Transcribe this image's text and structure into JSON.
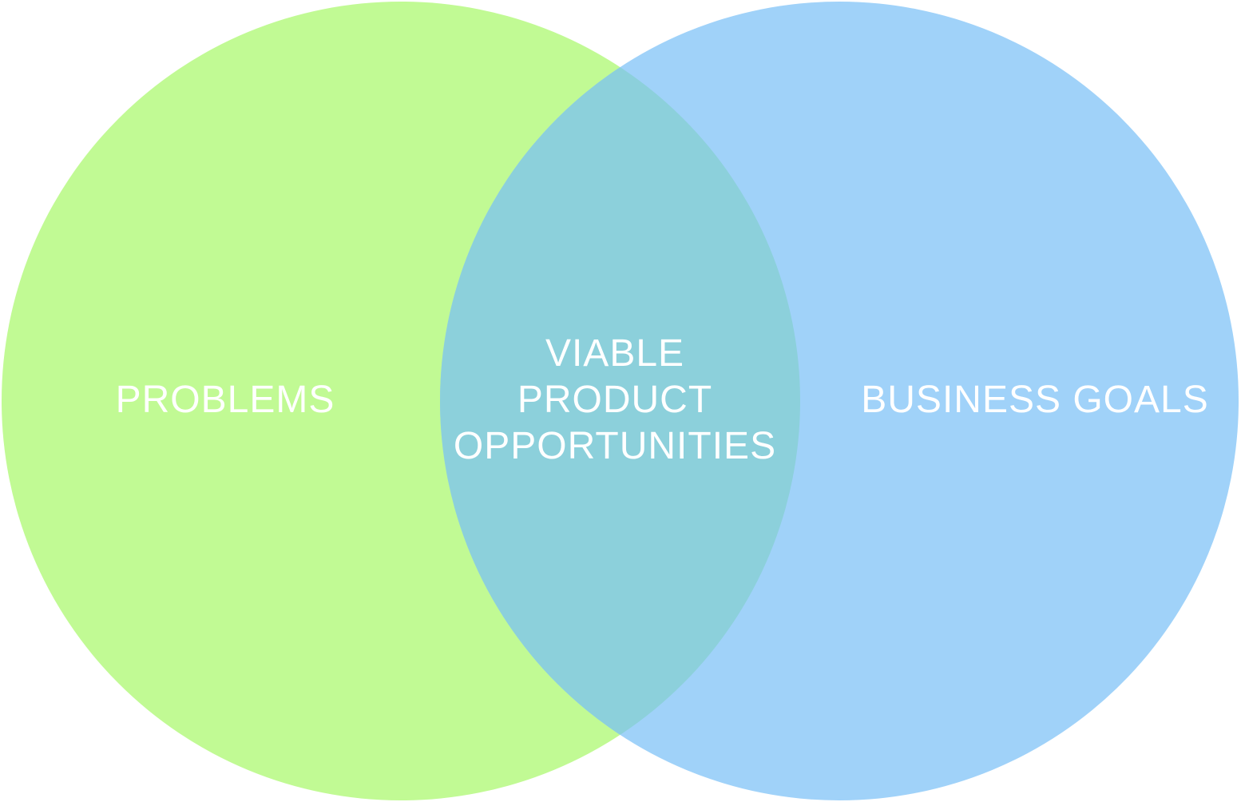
{
  "diagram": {
    "left_circle": {
      "label": "PROBLEMS",
      "color": "#c1fa94"
    },
    "right_circle": {
      "label": "BUSINESS GOALS",
      "color": "#a0d2f9"
    },
    "overlap": {
      "label_lines": [
        "VIABLE",
        "PRODUCT",
        "OPPORTUNITIES"
      ],
      "color": "#8cd0db"
    },
    "text_color": "#ffffff"
  }
}
